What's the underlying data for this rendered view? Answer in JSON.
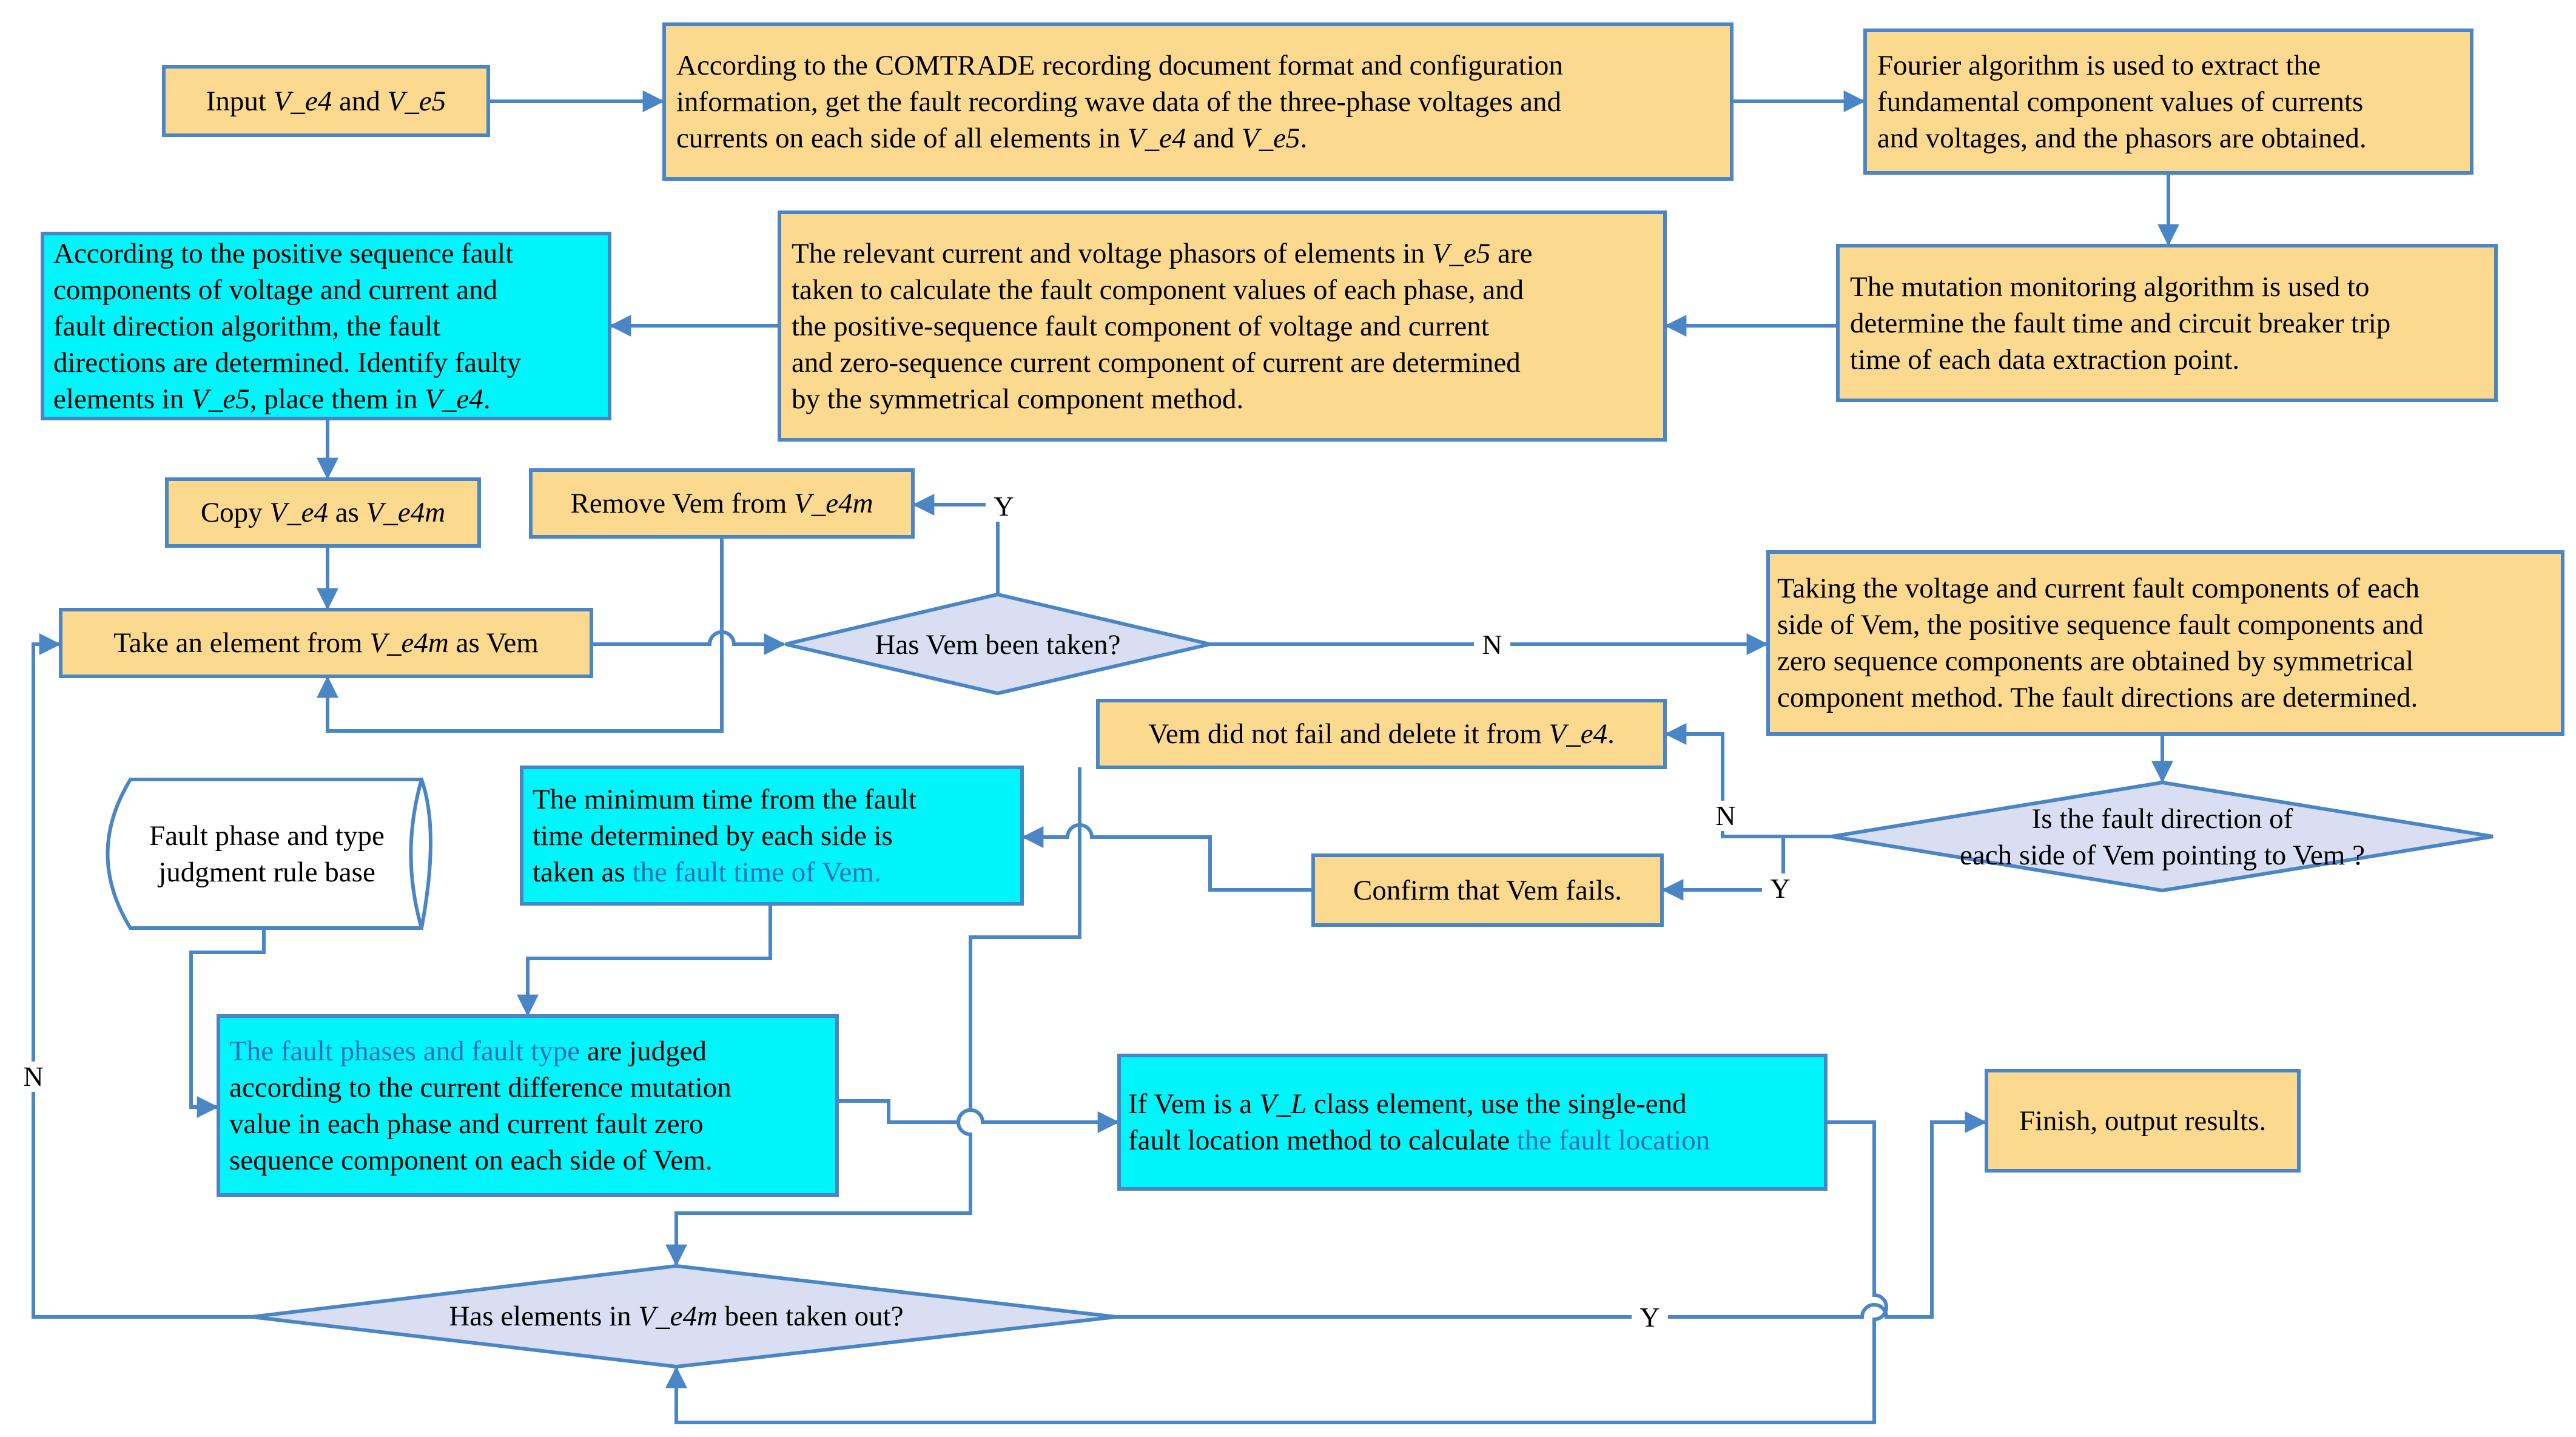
{
  "colors": {
    "process_fill": "#fbd98f",
    "highlight_fill": "#00f5fb",
    "decision_fill": "#d9def3",
    "stroke": "#4a86c5",
    "highlight_text": "#2f6fb7"
  },
  "nodes": {
    "input": "Input V_e4 and V_e5",
    "comtrade": [
      "According to the COMTRADE recording document format and configuration",
      "information, get the fault recording wave data of the three-phase voltages and",
      "currents on each side of all elements in V_e4 and V_e5."
    ],
    "fourier": [
      "Fourier algorithm is used to extract the",
      "fundamental component values of currents",
      "and voltages, and the phasors are obtained."
    ],
    "mutation": [
      "The mutation monitoring algorithm is used to",
      "determine the fault time and circuit breaker trip",
      "time of each data extraction point."
    ],
    "phasors": [
      "The relevant current and voltage phasors of  elements in V_e5 are",
      "taken to calculate the fault component values of each phase, and",
      "the positive-sequence fault component of voltage and current",
      "and zero-sequence current component of current are determined",
      "by the symmetrical component method."
    ],
    "direction": [
      "According to the positive sequence fault",
      "components of voltage and current and",
      "fault direction algorithm, the fault",
      "directions are determined. Identify faulty",
      "elements in V_e5,  place them in V_e4."
    ],
    "copy": "Copy V_e4 as V_e4m",
    "remove": "Remove Vem from V_e4m",
    "take": "Take an element from V_e4m as Vem",
    "has_taken": "Has Vem been taken?",
    "taking_voltage": [
      "Taking the voltage and current fault components of each",
      "side of Vem, the positive sequence fault components and",
      "zero sequence components are obtained by symmetrical",
      "component method. The fault directions are determined."
    ],
    "not_fail": "Vem did not fail and delete it from V_e4.",
    "is_direction": [
      "Is the fault direction of",
      "each side of Vem pointing to Vem ?"
    ],
    "rule_base": [
      "Fault phase and type",
      "judgment rule base"
    ],
    "min_time": [
      "The minimum time from the fault",
      "time determined by each side is",
      "taken as the fault time of Vem."
    ],
    "confirm": "Confirm that Vem fails.",
    "judge_phases": [
      "The fault phases and fault type are judged",
      "according to the current difference mutation",
      "value in each phase and current fault zero",
      "sequence component on each side of Vem."
    ],
    "single_end": [
      "If Vem is a V_L class element, use the single-end",
      "fault location method to calculate the fault location"
    ],
    "finish": "Finish, output results.",
    "has_elements": "Has elements in V_e4m been taken out?"
  },
  "edge_labels": {
    "remove_yes": "Y",
    "taken_no": "N",
    "direction_no": "N",
    "direction_yes": "Y",
    "loop_no": "N",
    "elements_yes": "Y"
  }
}
